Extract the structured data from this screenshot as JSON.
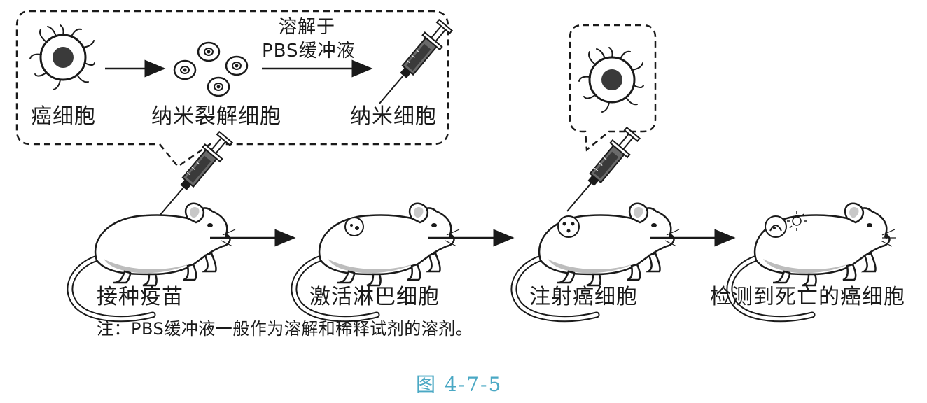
{
  "diagram": {
    "callout": {
      "cancer_cell": "癌细胞",
      "nano_lysed": "纳米裂解细胞",
      "nano_cell": "纳米细胞",
      "arrow_label_line1": "溶解于",
      "arrow_label_line2": "PBS缓冲液"
    },
    "steps": [
      {
        "label": "接种疫苗"
      },
      {
        "label": "激活淋巴细胞"
      },
      {
        "label": "注射癌细胞"
      },
      {
        "label": "检测到死亡的癌细胞"
      }
    ],
    "note": "注：PBS缓冲液一般作为溶解和稀释试剂的溶剂。",
    "caption": "图 4-7-5",
    "colors": {
      "ink": "#1a1a1a",
      "caption": "#4aa8c4",
      "fur_shade": "#d8d8d8"
    }
  }
}
